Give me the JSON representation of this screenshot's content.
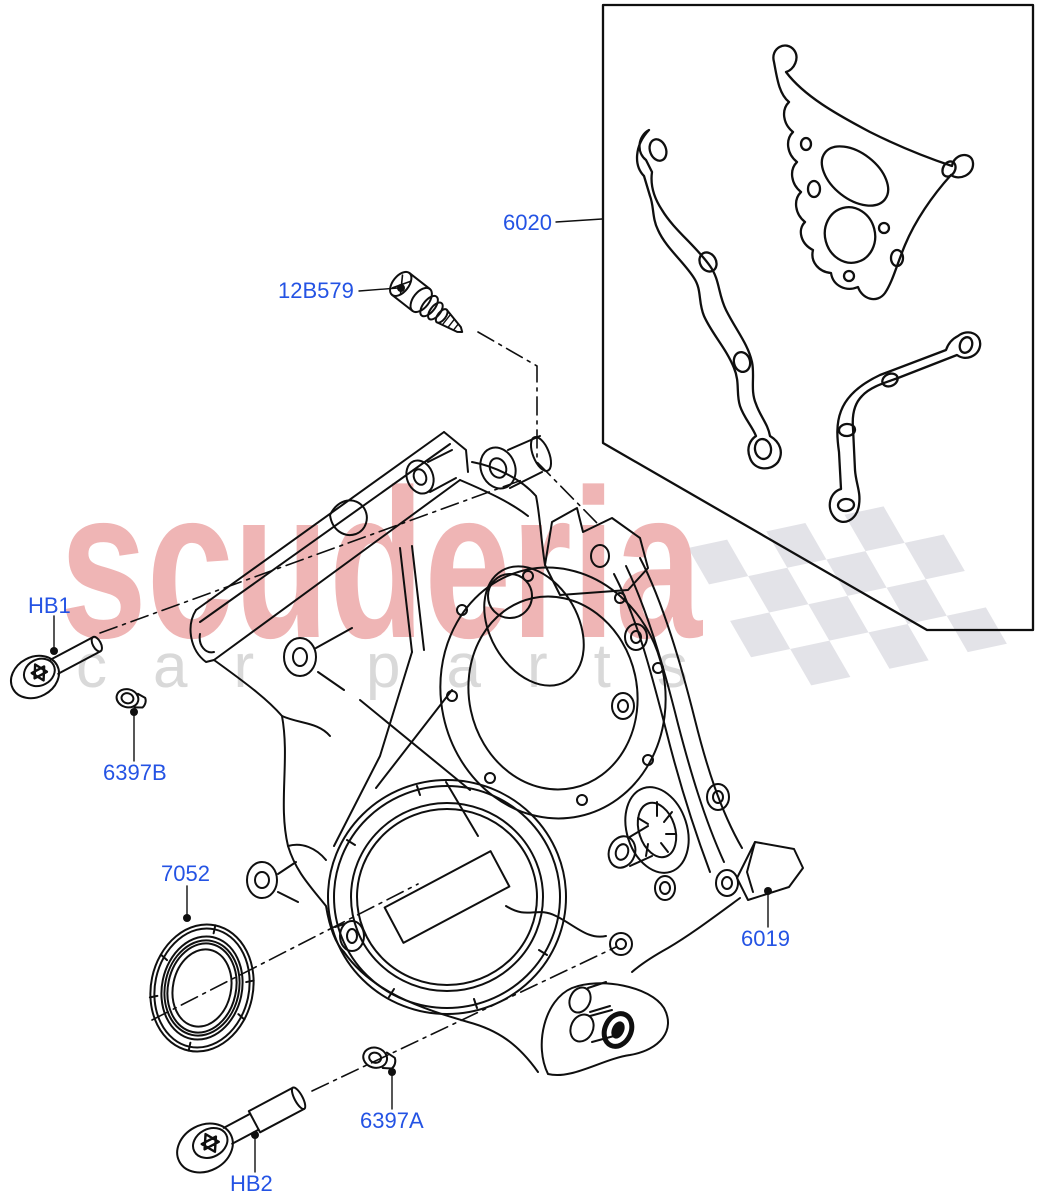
{
  "diagram": {
    "description": "Exploded parts diagram - engine timing gear cover with gasket kit, crankshaft front seal, sensor, plugs and bolts",
    "background_color": "#ffffff",
    "line_color": "#0f0f0f",
    "label_color": "#2453e4",
    "part_labels": [
      {
        "text": "6020"
      },
      {
        "text": "12B579"
      },
      {
        "text": "HB1"
      },
      {
        "text": "6397B"
      },
      {
        "text": "7052"
      },
      {
        "text": "6019"
      },
      {
        "text": "6397A"
      },
      {
        "text": "HB2"
      }
    ]
  },
  "watermark": {
    "brand": "scuderia",
    "sub_left": "car",
    "sub_right": "parts",
    "brand_color": "#efb5b5",
    "sub_color": "#d9d9d9",
    "flag_color": "#e3e3e8"
  }
}
